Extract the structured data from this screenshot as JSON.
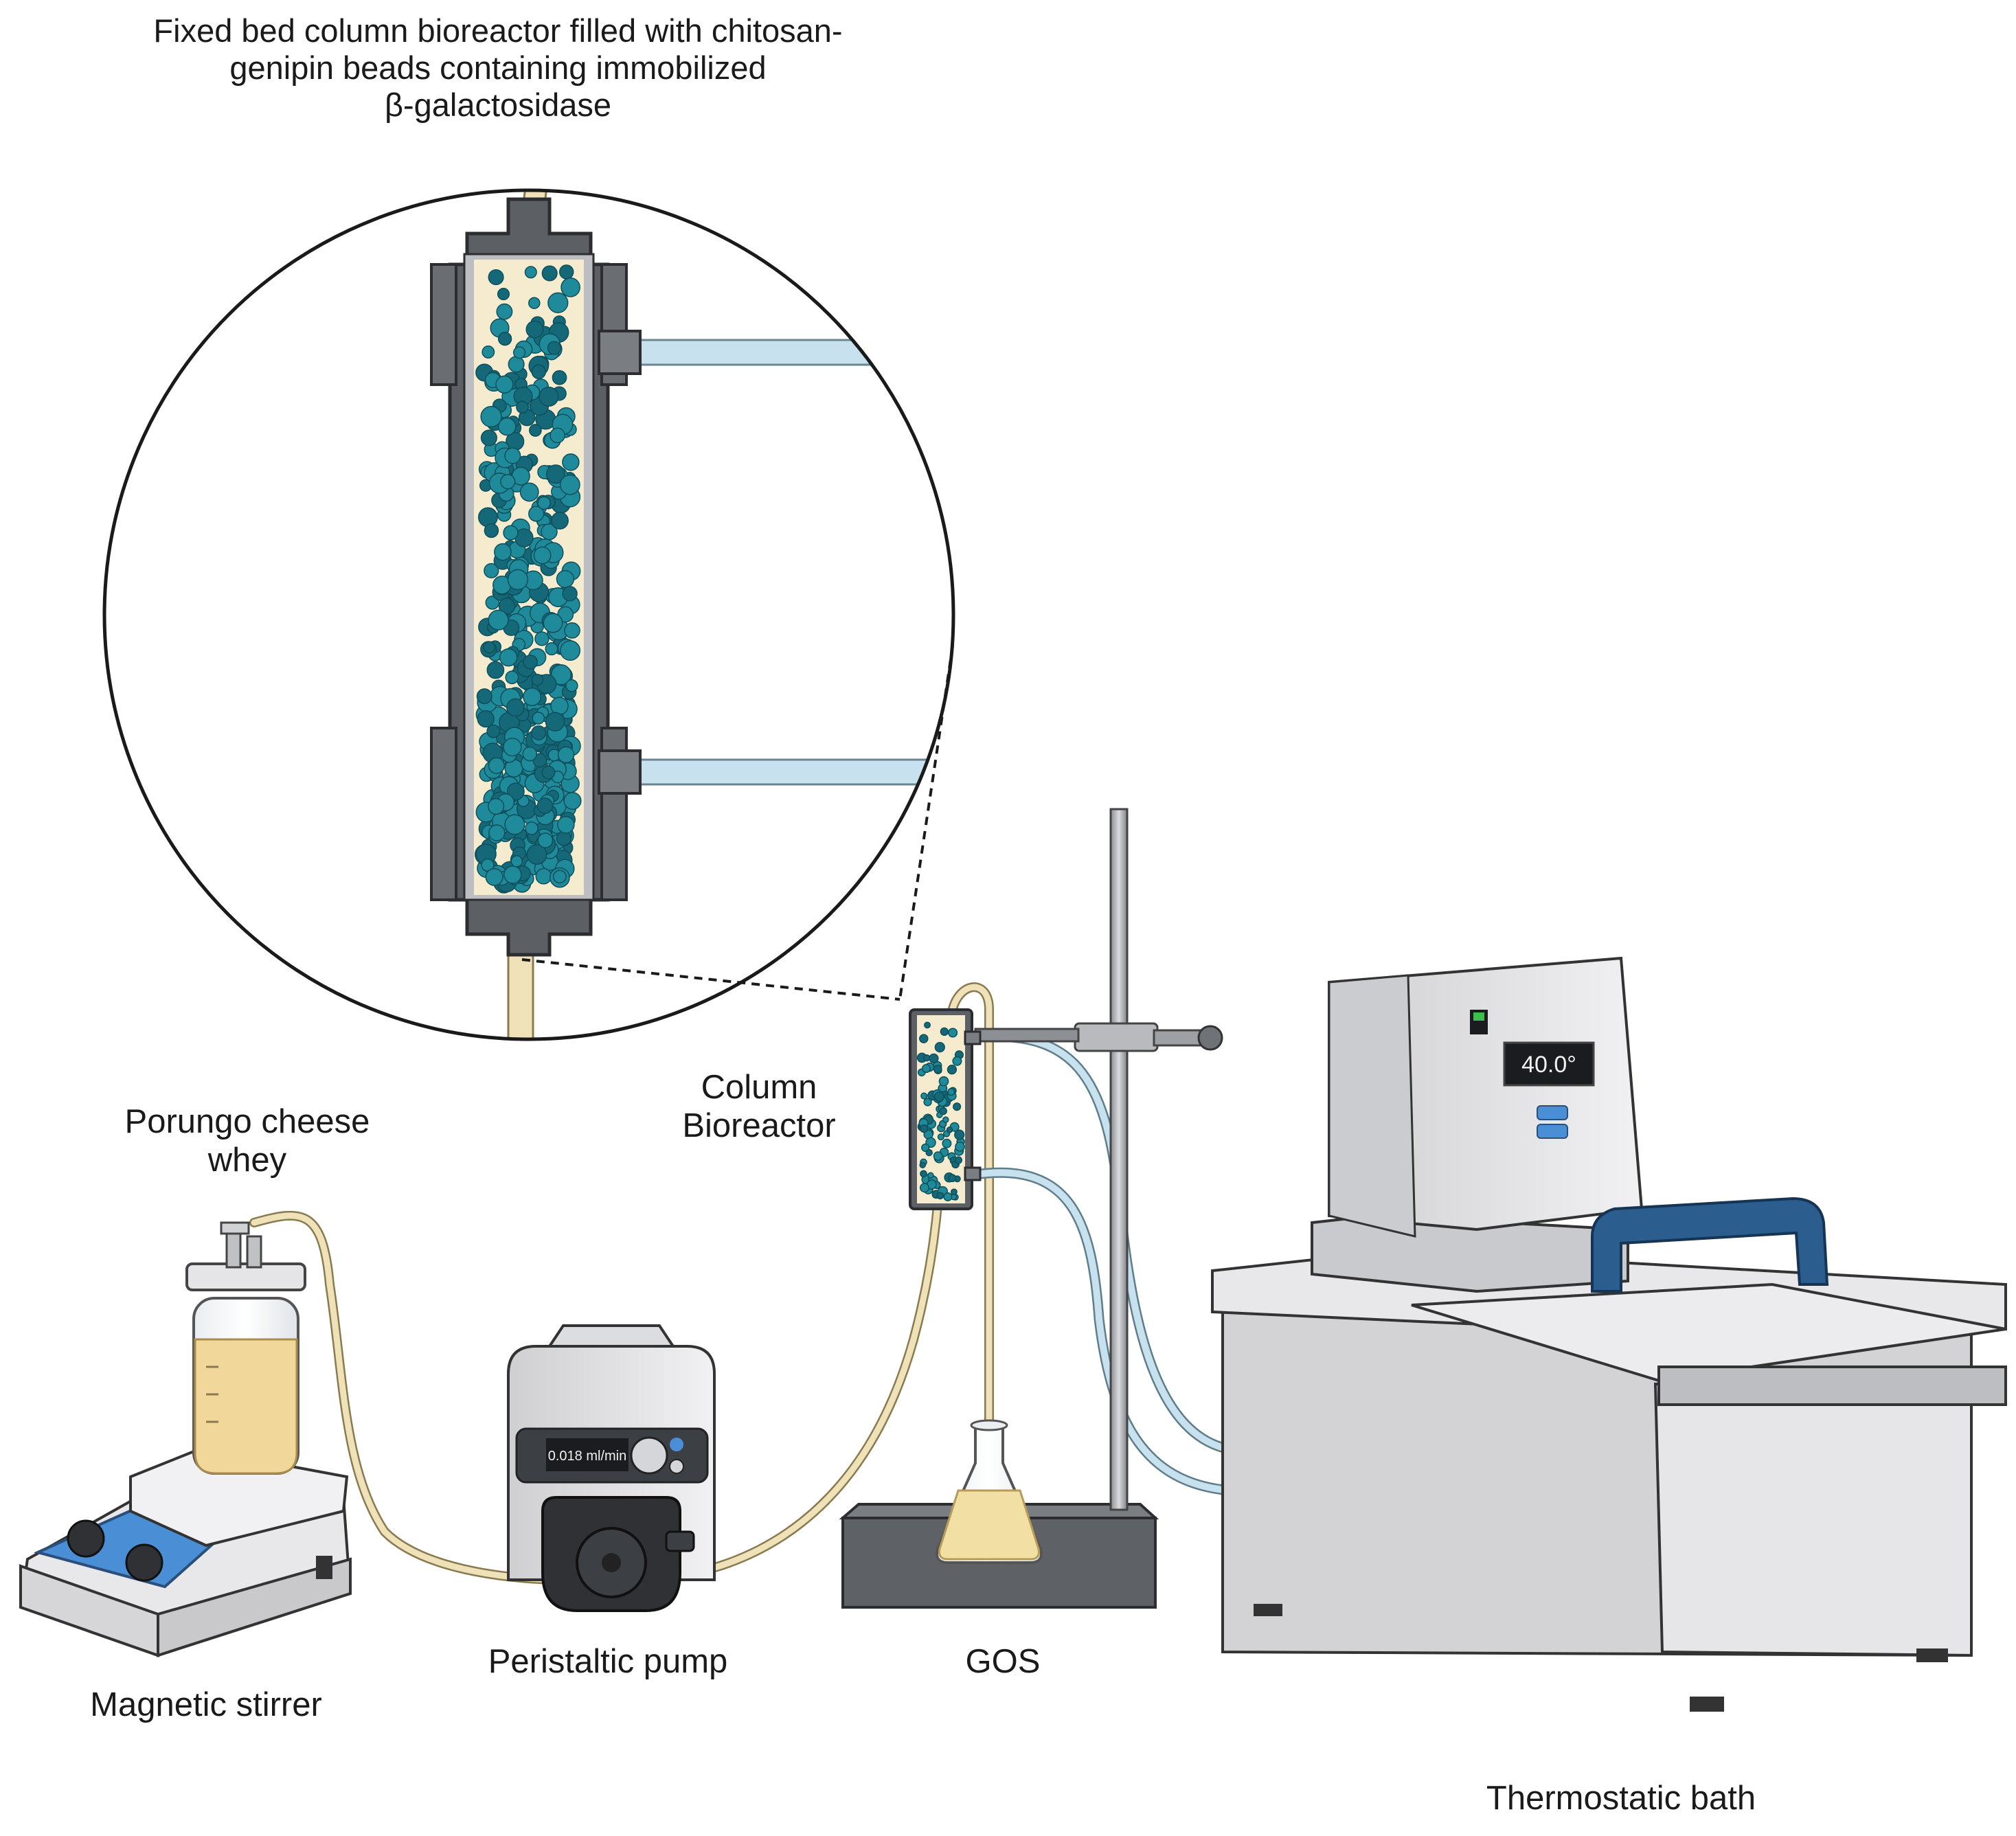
{
  "labels": {
    "title": [
      "Fixed bed column bioreactor filled with chitosan-",
      "genipin beads containing immobilized",
      "β-galactosidase"
    ],
    "whey": [
      "Porungo cheese",
      "whey"
    ],
    "column": [
      "Column",
      "Bioreactor"
    ],
    "stirrer": "Magnetic stirrer",
    "pump": "Peristaltic pump",
    "gos": "GOS",
    "bath": "Thermostatic bath"
  },
  "displays": {
    "pump_flow": "0.018 ml/min",
    "bath_temperature": "40.0°"
  },
  "colors": {
    "bead": "#1f8a9a",
    "bead_dark": "#146878",
    "liquid": "#f5ecd0",
    "whey": "#f2d79a",
    "tube": "#f0e2b8",
    "water_tube": "#c7e2ee",
    "bath_handle": "#2c5d8f",
    "stirrer_panel": "#4a8fd6"
  }
}
